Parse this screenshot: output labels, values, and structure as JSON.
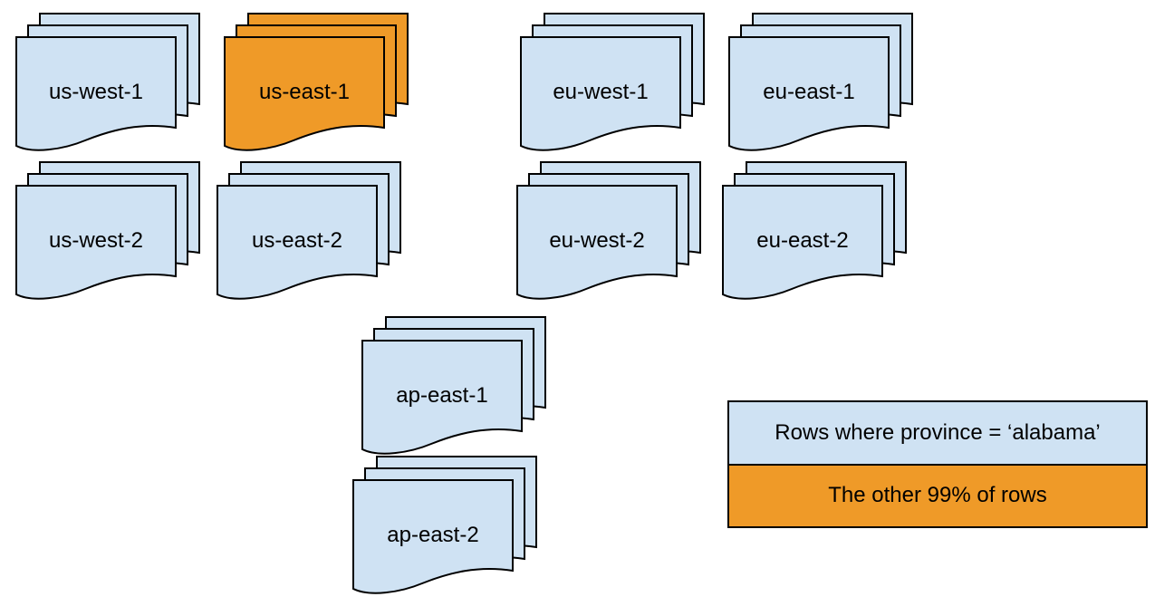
{
  "diagram": {
    "background": "#ffffff",
    "colors": {
      "sheet_fill": "#cfe2f3",
      "highlight_fill": "#ef9a28",
      "stroke": "#000000"
    },
    "stacks": [
      {
        "label": "us-west-1",
        "highlighted": false
      },
      {
        "label": "us-east-1",
        "highlighted": true
      },
      {
        "label": "eu-west-1",
        "highlighted": false
      },
      {
        "label": "eu-east-1",
        "highlighted": false
      },
      {
        "label": "us-west-2",
        "highlighted": false
      },
      {
        "label": "us-east-2",
        "highlighted": false
      },
      {
        "label": "eu-west-2",
        "highlighted": false
      },
      {
        "label": "eu-east-2",
        "highlighted": false
      },
      {
        "label": "ap-east-1",
        "highlighted": false
      },
      {
        "label": "ap-east-2",
        "highlighted": false
      }
    ],
    "legend": {
      "items": [
        {
          "label": "Rows where province = ‘alabama’",
          "color": "#cfe2f3"
        },
        {
          "label": "The other 99% of rows",
          "color": "#ef9a28"
        }
      ]
    }
  }
}
